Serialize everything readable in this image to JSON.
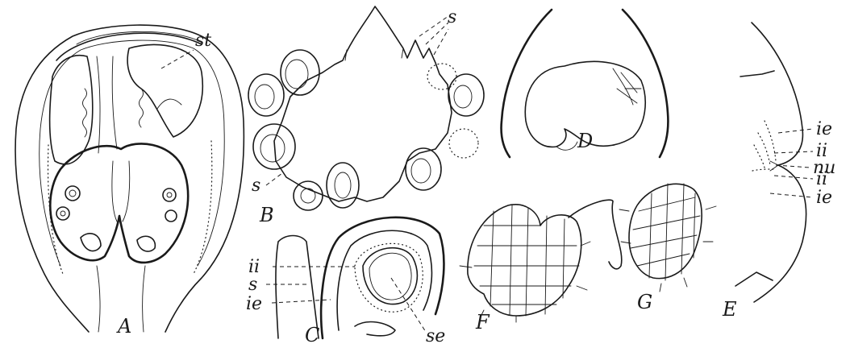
{
  "figure": {
    "panels": [
      {
        "id": "A",
        "label": "A"
      },
      {
        "id": "B",
        "label": "B"
      },
      {
        "id": "C",
        "label": "C"
      },
      {
        "id": "D",
        "label": "D"
      },
      {
        "id": "E",
        "label": "E"
      },
      {
        "id": "F",
        "label": "F"
      },
      {
        "id": "G",
        "label": "G"
      }
    ],
    "annotations": {
      "a_st": "st",
      "b_s_top": "s",
      "b_s_left": "s",
      "c_ii": "ii",
      "c_s": "s",
      "c_ie": "ie",
      "c_se": "se",
      "e_ie_top": "ie",
      "e_ii_top": "ii",
      "e_nu": "nu",
      "e_ii_bottom": "ii",
      "e_ie_bottom": "ie"
    }
  }
}
